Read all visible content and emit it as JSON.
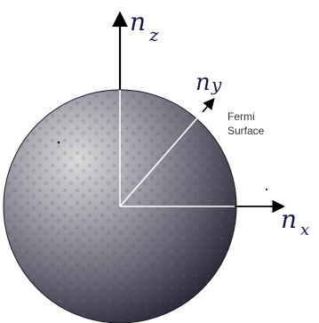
{
  "diagram": {
    "surface_label_line1": "Fermi",
    "surface_label_line2": "Surface",
    "axes": {
      "z": {
        "letter": "n",
        "subscript": "z"
      },
      "y": {
        "letter": "n",
        "subscript": "y"
      },
      "x": {
        "letter": "n",
        "subscript": "x"
      }
    }
  },
  "colors": {
    "sphere_light": "#d6d6d6",
    "sphere_mid": "#8a8a96",
    "sphere_dark": "#2a2a38",
    "axis_dark": "#000000",
    "axis_light": "#ffffff",
    "ink": "#1a1a4a"
  }
}
